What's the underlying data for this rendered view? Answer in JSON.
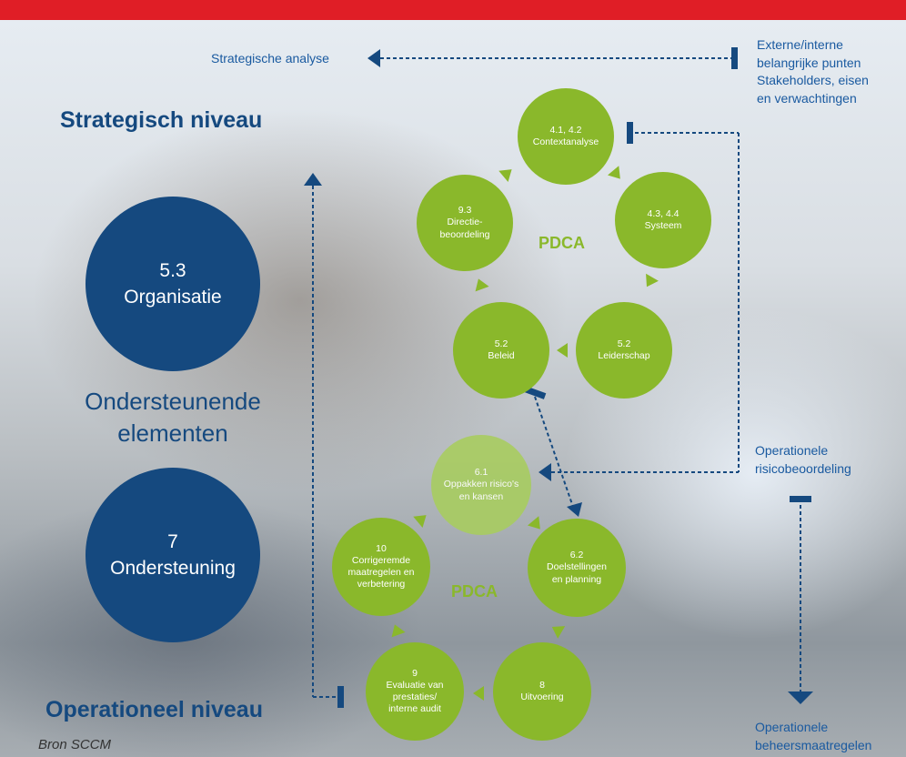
{
  "levels": {
    "strategic": "Strategisch niveau",
    "operational": "Operationeel niveau"
  },
  "support_title": {
    "line1": "Ondersteunende",
    "line2": "elementen"
  },
  "big_circles": [
    {
      "number": "5.3",
      "label": "Organisatie"
    },
    {
      "number": "7",
      "label": "Ondersteuning"
    }
  ],
  "pdca_label": "PDCA",
  "strategic_cycle": [
    {
      "number": "4.1, 4.2",
      "label": "Contextanalyse"
    },
    {
      "number": "4.3, 4.4",
      "label": "Systeem"
    },
    {
      "number": "5.2",
      "label": "Leiderschap"
    },
    {
      "number": "5.2",
      "label": "Beleid"
    },
    {
      "number": "9.3",
      "label": "Directie-",
      "label2": "beoordeling"
    }
  ],
  "operational_cycle": [
    {
      "number": "6.1",
      "label": "Oppakken risico's",
      "label2": "en kansen"
    },
    {
      "number": "6.2",
      "label": "Doelstellingen",
      "label2": "en planning"
    },
    {
      "number": "8",
      "label": "Uitvoering"
    },
    {
      "number": "9",
      "label": "Evaluatie van",
      "label2": "prestaties/",
      "label3": "interne audit"
    },
    {
      "number": "10",
      "label": "Corrigeremde",
      "label2": "maatregelen en",
      "label3": "verbetering"
    }
  ],
  "side_labels": {
    "strategic_analysis": "Strategische analyse",
    "external_line1": "Externe/interne",
    "external_line2": "belangrijke punten",
    "external_line3": "Stakeholders, eisen",
    "external_line4": "en verwachtingen",
    "risk_line1": "Operationele",
    "risk_line2": "risicobeoordeling",
    "control_line1": "Operationele",
    "control_line2": "beheersmaatregelen"
  },
  "source": "Bron SCCM",
  "colors": {
    "red_bar": "#e01e26",
    "navy": "#15497f",
    "green": "#8ab82b",
    "text_blue": "#1a5aa0"
  }
}
